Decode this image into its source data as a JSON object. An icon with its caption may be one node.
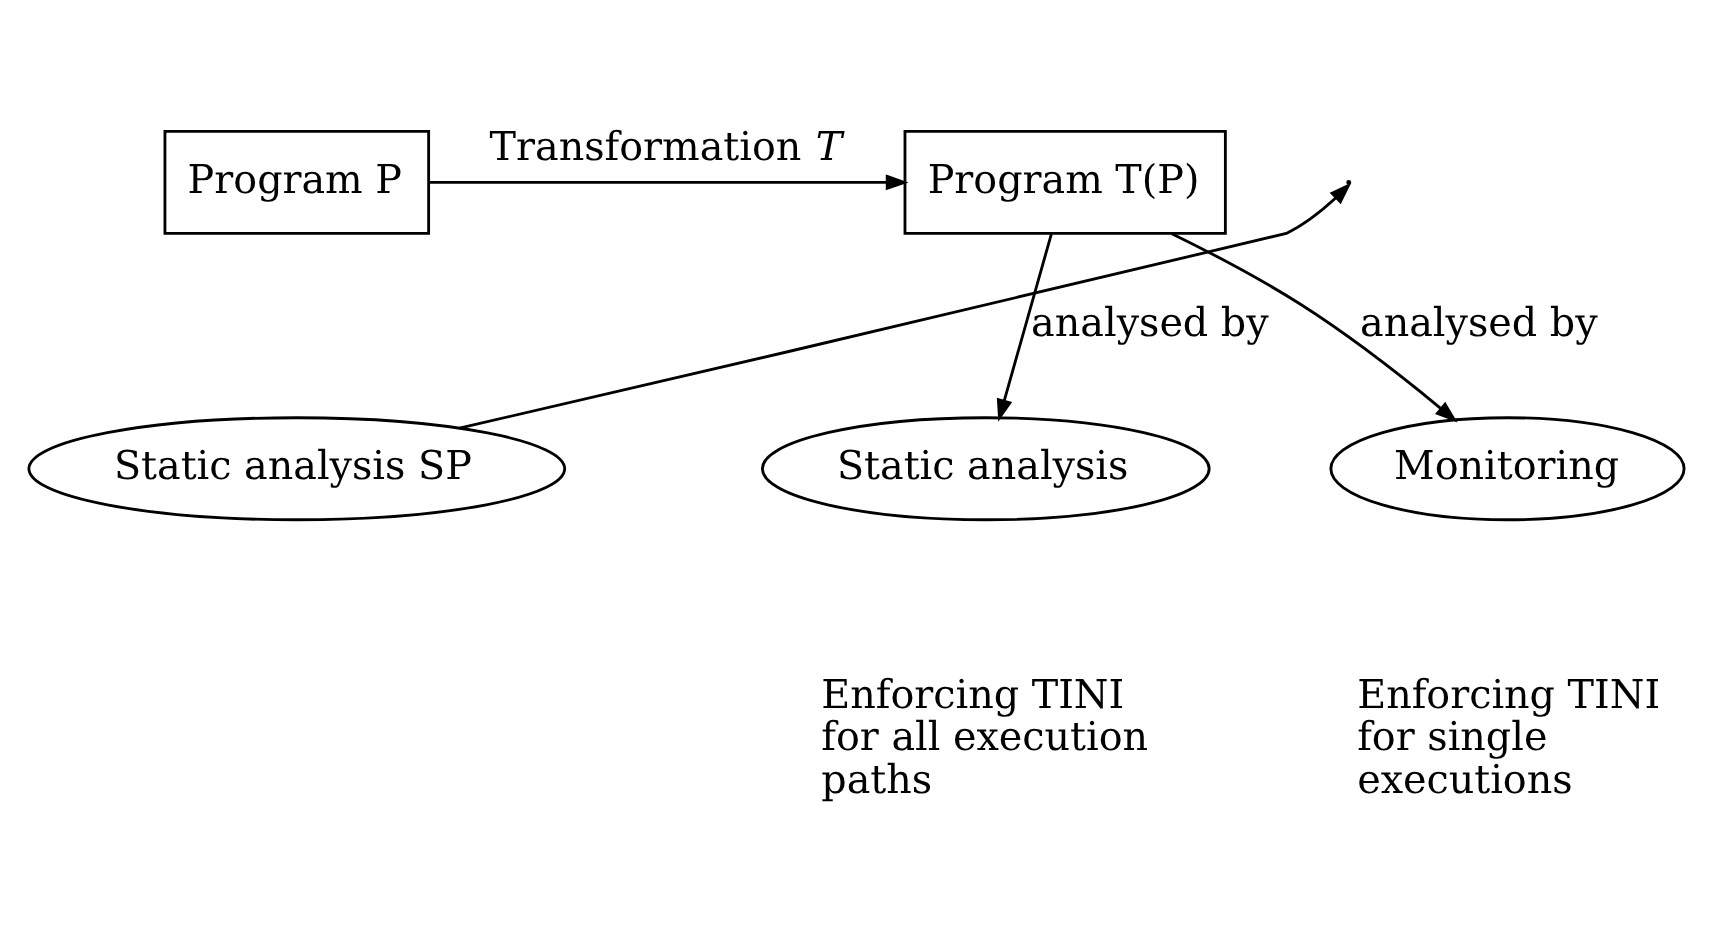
{
  "diagram": {
    "nodes": [
      {
        "text": [
          "Program P"
        ]
      },
      {
        "text": [
          "Program T(P)"
        ]
      },
      {
        "text": [
          "Static analysis SP"
        ]
      },
      {
        "text": [
          "Static analysis"
        ],
        "beside": [
          "Enforcing TINI for all execution paths"
        ]
      },
      {
        "text": [
          "Monitoring"
        ],
        "beside": [
          "Enforcing TINI for single executions"
        ]
      }
    ],
    "edges": [
      {
        "from": 0,
        "to": 1,
        "arrow": "to",
        "label": "Transformation *T*"
      },
      {
        "from": 2,
        "to": null,
        "arrow": "to"
      },
      {
        "from": 1,
        "to": 3,
        "arrow": "to",
        "label": "analysed by"
      },
      {
        "from": 1,
        "to": 4,
        "arrow": "to",
        "label": "analysed by"
      }
    ]
  }
}
